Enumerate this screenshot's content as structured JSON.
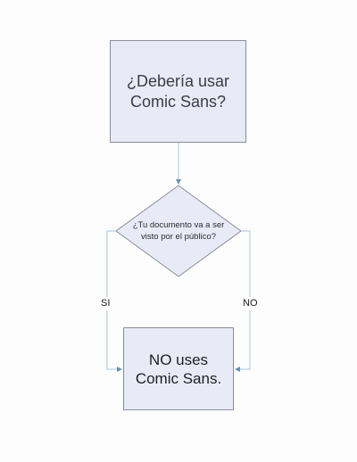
{
  "flowchart": {
    "start_box": {
      "text": "¿Debería usar\nComic Sans?"
    },
    "decision": {
      "text": "¿Tu documento va a ser\nvisto por el público?"
    },
    "branches": {
      "yes_label": "SI",
      "no_label": "NO"
    },
    "end_box": {
      "text": "NO uses\nComic Sans."
    }
  },
  "colors": {
    "box_fill": "#e8ebf5",
    "box_border": "#8b8e9c",
    "connector": "#a9c4dc",
    "arrowhead": "#6f8fb5"
  }
}
